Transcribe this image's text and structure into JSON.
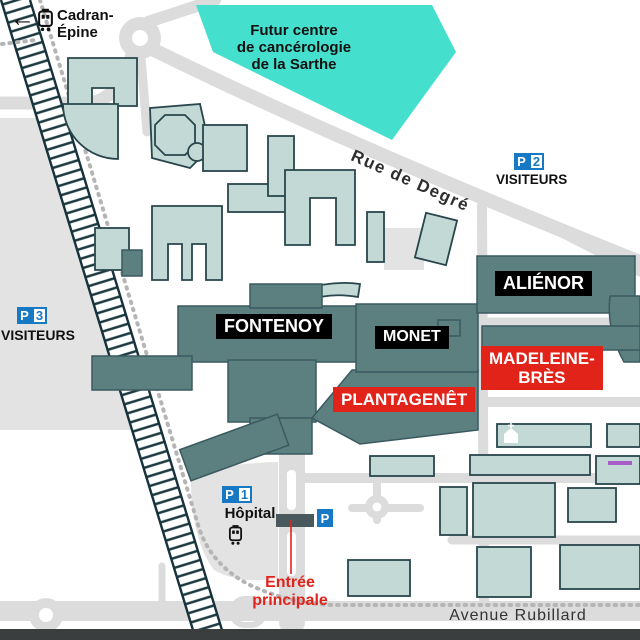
{
  "map": {
    "tram_terminus": {
      "arrow": "←",
      "name_line1": "Cadran-",
      "name_line2": "Épine"
    },
    "future_center": {
      "line1": "Futur centre",
      "line2": "de cancérologie",
      "line3": "de la Sarthe"
    },
    "streets": {
      "rue_de_degre": "Rue de Degré",
      "avenue_rubillard": "Avenue Rubillard"
    },
    "parkings": {
      "p1": {
        "letter": "P",
        "number": "1",
        "caption": "Hôpital"
      },
      "p2": {
        "letter": "P",
        "number": "2",
        "caption": "VISITEURS"
      },
      "p3": {
        "letter": "P",
        "number": "3",
        "caption": "VISITEURS"
      },
      "p_drop_off": {
        "letter": "P"
      }
    },
    "buildings": {
      "fontenoy": "FONTENOY",
      "monet": "MONET",
      "alienor": "ALIÉNOR",
      "madeleine_bres_line1": "MADELEINE-",
      "madeleine_bres_line2": "BRÈS",
      "plantagenet": "PLANTAGENÊT"
    },
    "entrance": {
      "line1": "Entrée",
      "line2": "principale"
    },
    "colors": {
      "parking_blue": "#1779c4",
      "alert_red": "#e2231a",
      "building_dark_teal": "#5c7f80",
      "building_light_teal": "#c2d9d5",
      "future_center_cyan": "#45dfce",
      "road_gray": "#dcdcdc",
      "rail_dark": "#16323c"
    }
  }
}
